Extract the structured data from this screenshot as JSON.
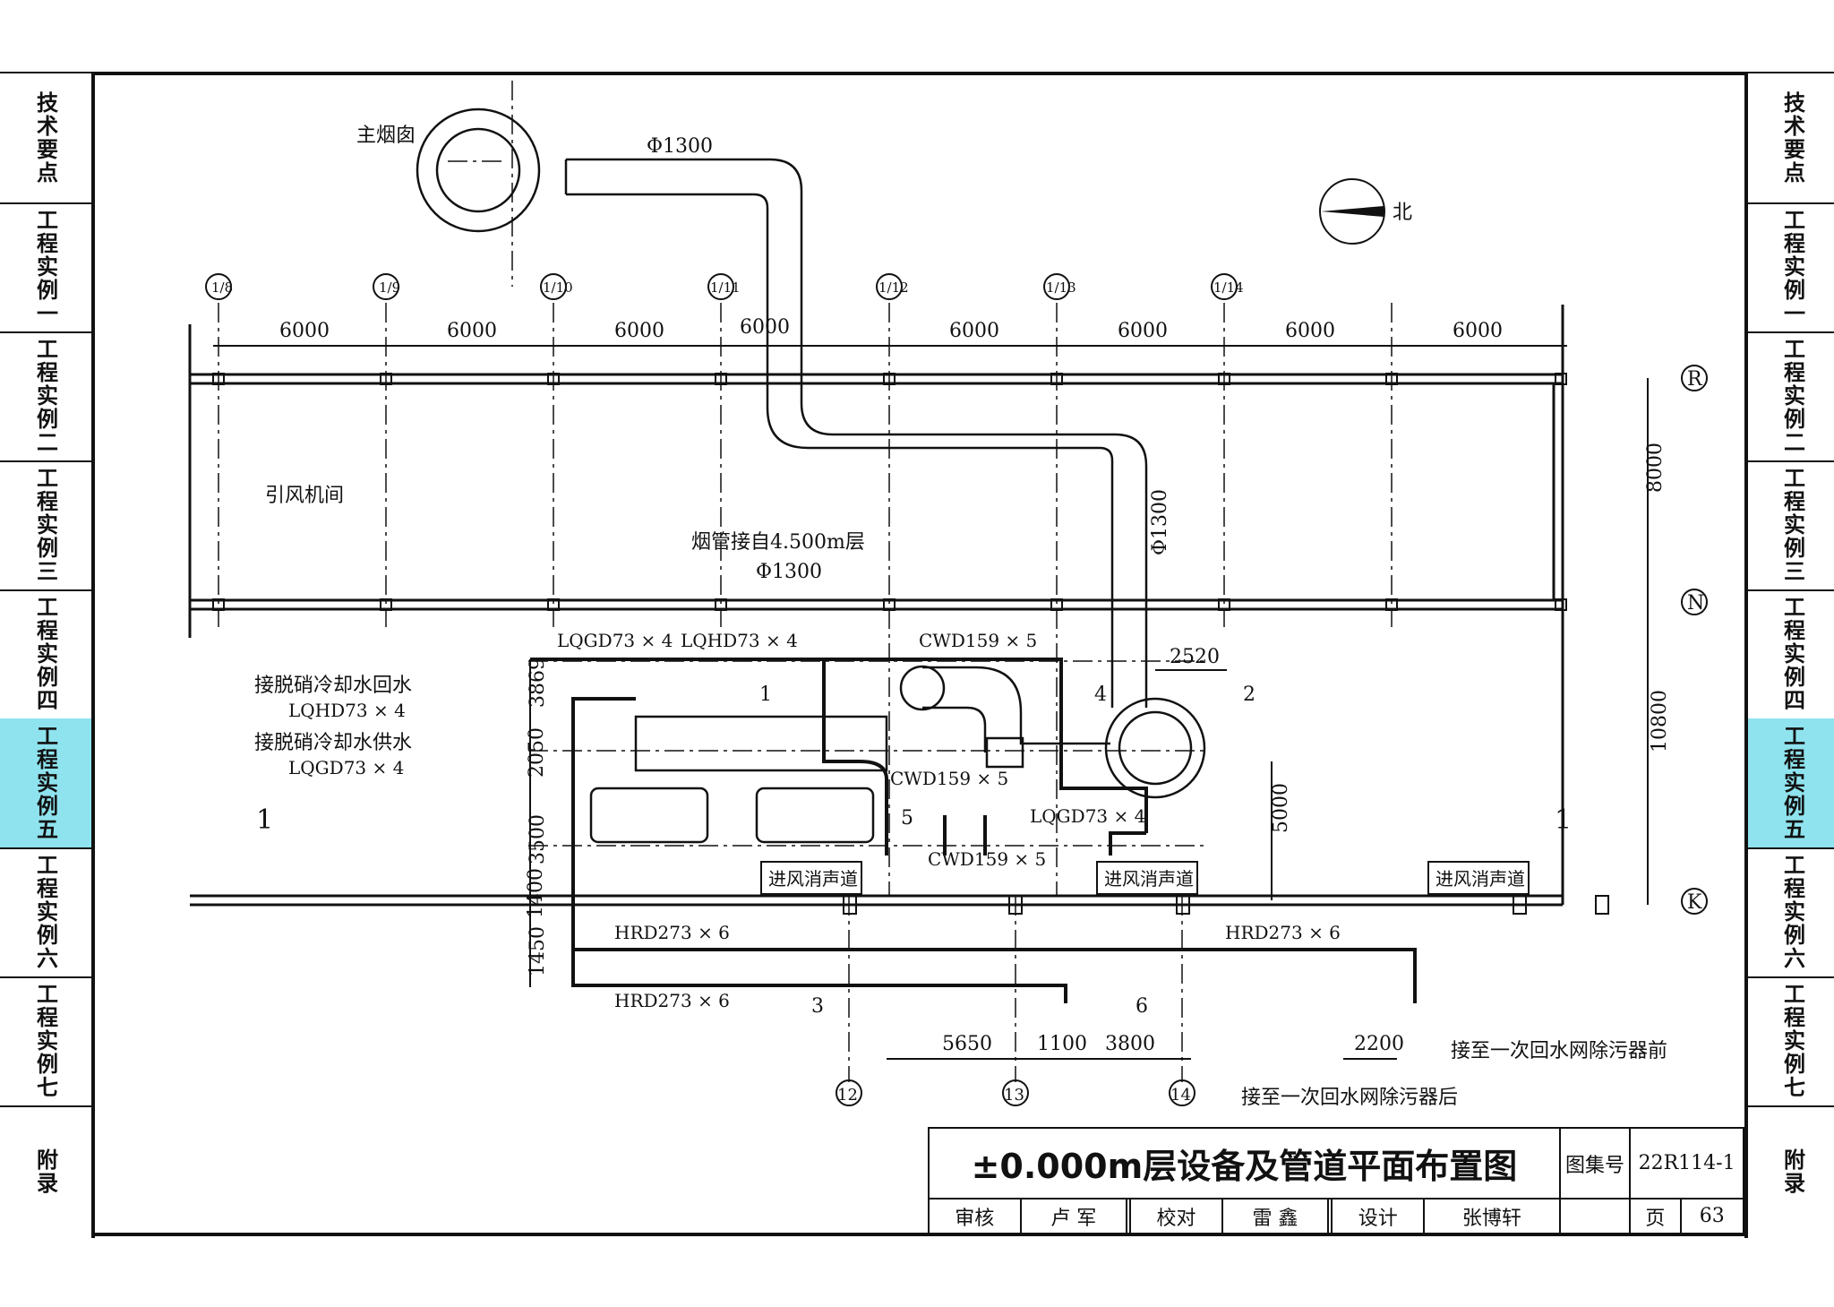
{
  "side_tabs": [
    "技术要点",
    "工程实例一",
    "工程实例二",
    "工程实例三",
    "工程实例四",
    "工程实例五",
    "工程实例六",
    "工程实例七",
    "附录"
  ],
  "active_tab": "工程实例五",
  "drawing": {
    "chimney_label": "主烟囱",
    "duct_top_label": "Φ1300",
    "duct_vertical_label": "Φ1300",
    "flue_note_line1": "烟管接自4.500m层",
    "flue_note_line2": "Φ1300",
    "north_label": "北",
    "room_label": "引风机间",
    "axis_top": [
      "1/8",
      "1/9",
      "1/10",
      "1/11",
      "1/12",
      "1/13",
      "1/14"
    ],
    "top_dims": [
      "6000",
      "6000",
      "6000",
      "6000",
      "6000",
      "6000",
      "6000",
      "6000"
    ],
    "axis_right": [
      "R",
      "N",
      "K"
    ],
    "right_dims": [
      "8000",
      "10800"
    ],
    "dim_5000": "5000",
    "dim_2520": "2520",
    "left_dims": [
      "3869",
      "2050",
      "3500",
      "1400",
      "1450"
    ],
    "bottom_dims": [
      "5650",
      "1100",
      "3800",
      "2200"
    ],
    "axis_bottom": [
      "12",
      "13",
      "14"
    ],
    "pipes": {
      "lqgd_top": "LQGD73 × 4",
      "lqhd_top": "LQHD73 × 4",
      "cwd_top": "CWD159 × 5",
      "cwd_mid": "CWD159 × 5",
      "cwd_bottom": "CWD159 × 5",
      "lqgd_right": "LQGD73 × 4",
      "hrd_1": "HRD273 × 6",
      "hrd_2": "HRD273 × 6",
      "hrd_3": "HRD273 × 6"
    },
    "return_note_line1": "接脱硝冷却水回水",
    "return_note_line2": "LQHD73 × 4",
    "supply_note_line1": "接脱硝冷却水供水",
    "supply_note_line2": "LQGD73 × 4",
    "callouts": [
      "1",
      "2",
      "3",
      "4",
      "5",
      "6"
    ],
    "section_marks": [
      "1",
      "1"
    ],
    "silencer_label": "进风消声道",
    "note_before": "接至一次回水网除污器前",
    "note_after": "接至一次回水网除污器后"
  },
  "title_block": {
    "title": "±0.000m层设备及管道平面布置图",
    "atlas_label": "图集号",
    "atlas_no": "22R114-1",
    "review_label": "审核",
    "reviewer": "卢 军",
    "check_label": "校对",
    "checker": "雷 鑫",
    "design_label": "设计",
    "designer": "张博轩",
    "page_label": "页",
    "page_no": "63"
  }
}
